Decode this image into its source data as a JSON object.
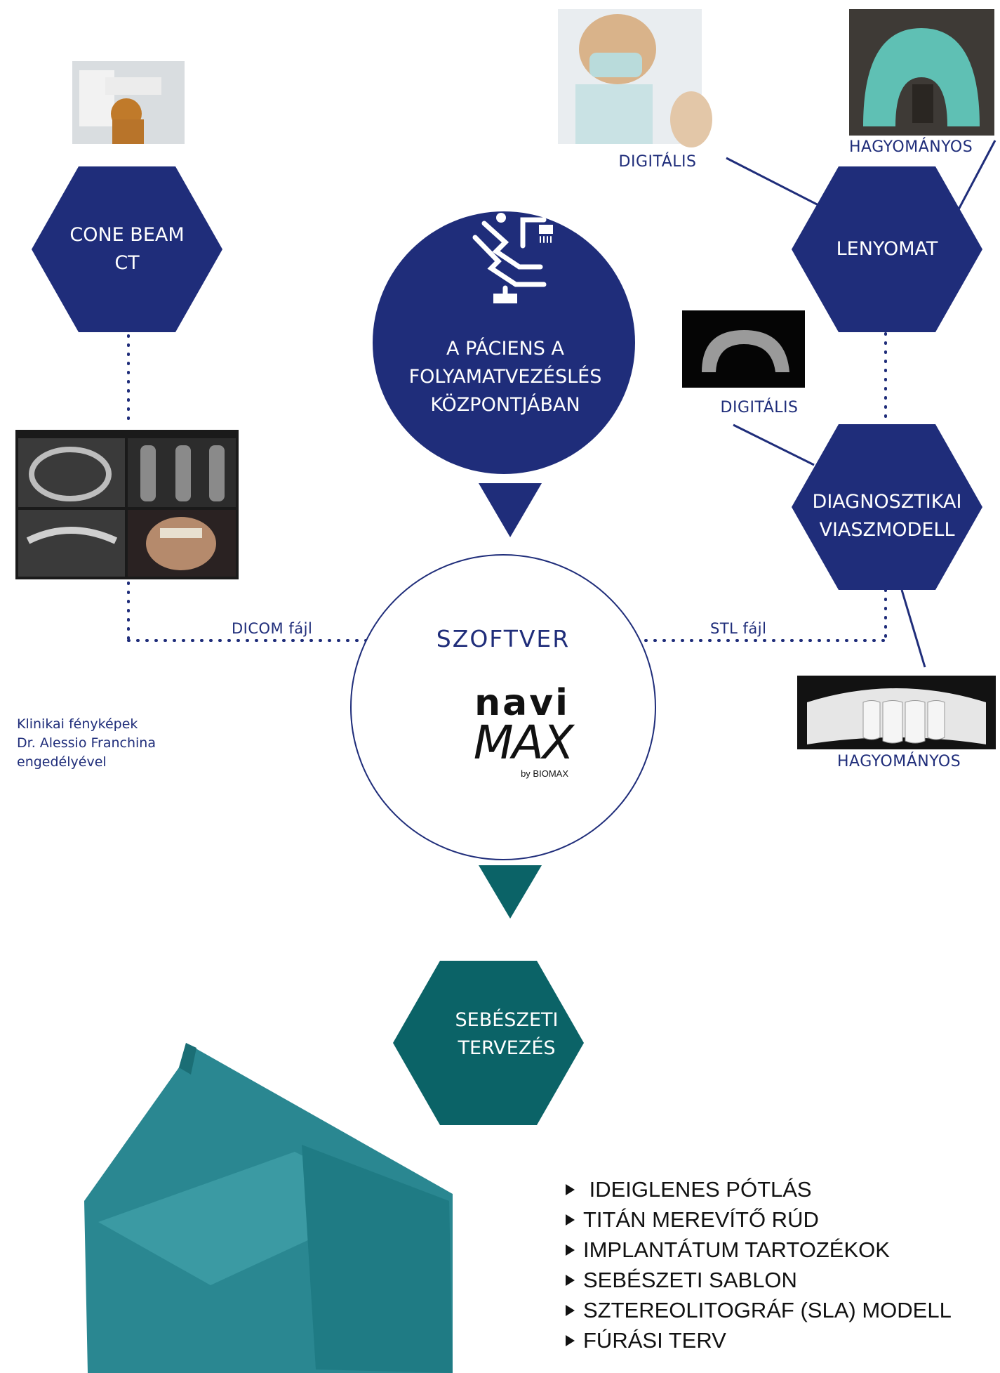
{
  "center": {
    "patient_lines": [
      "A PÁCIENS A",
      "FOLYAMATVEZÉSLÉS",
      "KÖZPONTJÁBAN"
    ],
    "software_label": "SZOFTVER",
    "logo": {
      "line1": "navi",
      "line2": "MAX",
      "byline": "by BIOMAX"
    }
  },
  "hexagons": {
    "cone_beam": [
      "CONE BEAM",
      "CT"
    ],
    "lenyomat": [
      "LENYOMAT"
    ],
    "diagnostic_wax": [
      "DIAGNOSZTIKAI",
      "VIASZMODELL"
    ],
    "surgical_planning": [
      "SEBÉSZETI",
      "TERVEZÉS"
    ]
  },
  "labels": {
    "digital_top": "DIGITÁLIS",
    "traditional_top": "HAGYOMÁNYOS",
    "digital_mid": "DIGITÁLIS",
    "traditional_bottom": "HAGYOMÁNYOS",
    "dicom": "DICOM fájl",
    "stl": "STL fájl"
  },
  "credits": [
    "Klinikai fényképek",
    "Dr. Alessio Franchina",
    "engedélyével"
  ],
  "products": [
    " IDEIGLENES PÓTLÁS",
    "TITÁN MEREVÍTŐ RÚD",
    "IMPLANTÁTUM TARTOZÉKOK",
    "SEBÉSZETI SABLON",
    "SZTEREOLITOGRÁF (SLA) MODELL",
    "FÚRÁSI TERV"
  ],
  "colors": {
    "navy": "#1f2d7a",
    "teal": "#0b6367",
    "white": "#ffffff"
  }
}
